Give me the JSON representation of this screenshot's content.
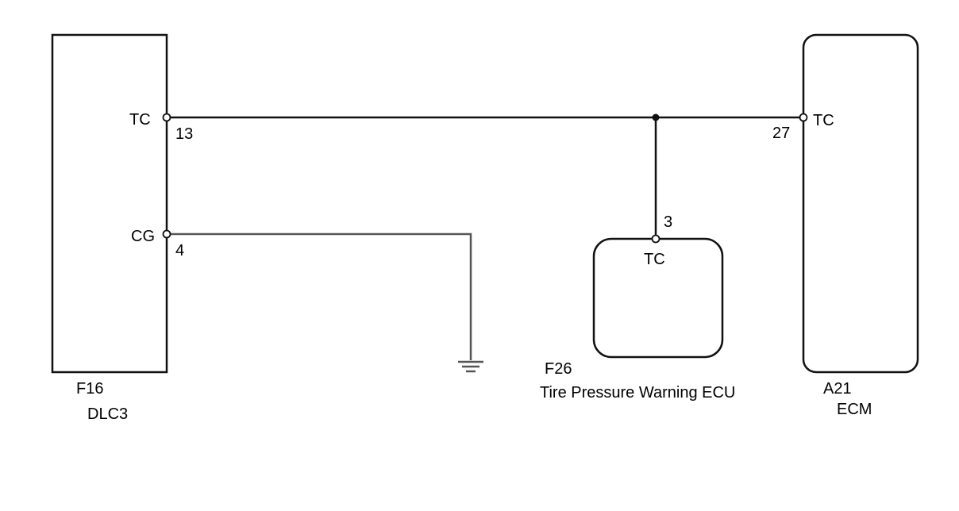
{
  "components": {
    "dlc3": {
      "code": "F16",
      "name": "DLC3",
      "pins": [
        {
          "name": "TC",
          "number": "13"
        },
        {
          "name": "CG",
          "number": "4"
        }
      ]
    },
    "tpw_ecu": {
      "code": "F26",
      "name": "Tire Pressure Warning ECU",
      "pins": [
        {
          "name": "TC",
          "number": "3"
        }
      ]
    },
    "ecm": {
      "code": "A21",
      "name": "ECM",
      "pins": [
        {
          "name": "TC",
          "number": "27"
        }
      ]
    }
  },
  "connections": [
    {
      "from": "F16 TC 13",
      "to": "A21 TC 27"
    },
    {
      "from": "F26 TC 3",
      "to": "F16 TC 13 / A21 TC 27 junction"
    },
    {
      "from": "F16 CG 4",
      "to": "ground"
    }
  ],
  "icons": {
    "ground": "ground-symbol-icon"
  }
}
